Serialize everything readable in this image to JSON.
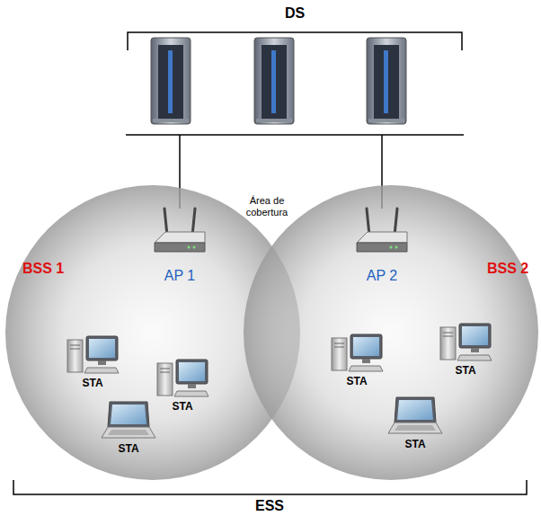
{
  "diagram": {
    "nodes": [
      {
        "text": [
          "DS"
        ]
      },
      {
        "text": [
          "BSS 1"
        ]
      },
      {
        "text": [
          "AP 1"
        ],
        "in": 1
      },
      {
        "text": [
          "STA"
        ],
        "in": 1
      },
      {
        "text": [
          "STA"
        ],
        "in": 1
      },
      {
        "text": [
          "STA"
        ],
        "in": 1
      },
      {
        "text": [
          "BSS 2"
        ]
      },
      {
        "text": [
          "AP 2"
        ],
        "in": 6
      },
      {
        "text": [
          "STA"
        ],
        "in": 6
      },
      {
        "text": [
          "STA"
        ],
        "in": 6
      },
      {
        "text": [
          "STA"
        ],
        "in": 6
      }
    ],
    "edges": [
      {
        "from": 0,
        "to": 2,
        "arrow": "none"
      },
      {
        "from": 0,
        "to": 7,
        "arrow": "none"
      }
    ],
    "labels": [
      "Área de cobertura",
      "ESS"
    ]
  }
}
